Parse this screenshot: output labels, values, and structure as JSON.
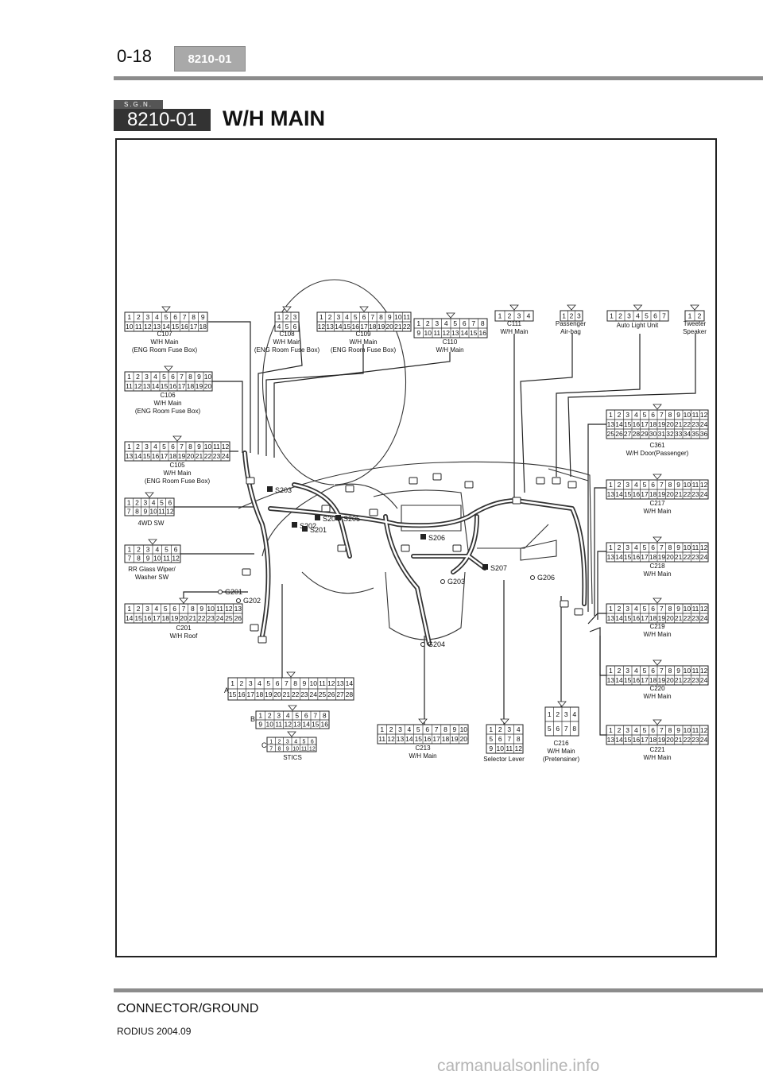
{
  "header": {
    "page_number": "0-18",
    "badge": "8210-01"
  },
  "section": {
    "tag": "S.G.N.",
    "code": "8210-01",
    "title": "W/H MAIN"
  },
  "connectors": [
    {
      "id": "C107",
      "lines": [
        "C107",
        "W/H Main",
        "(ENG Room Fuse Box)"
      ]
    },
    {
      "id": "C108",
      "lines": [
        "C108",
        "W/H Main",
        "(ENG Room Fuse Box)"
      ]
    },
    {
      "id": "C109",
      "lines": [
        "C109",
        "W/H Main",
        "(ENG Room Fuse Box)"
      ]
    },
    {
      "id": "C110",
      "lines": [
        "C110",
        "W/H Main"
      ]
    },
    {
      "id": "C111",
      "lines": [
        "C111",
        "W/H Main"
      ]
    },
    {
      "id": "Passenger",
      "lines": [
        "Passenger",
        "Air-bag"
      ]
    },
    {
      "id": "AutoLight",
      "lines": [
        "Auto Light Unit"
      ]
    },
    {
      "id": "Tweeter",
      "lines": [
        "Tweeter",
        "Speaker"
      ]
    },
    {
      "id": "C106",
      "lines": [
        "C106",
        "W/H Main",
        "(ENG Room Fuse Box)"
      ]
    },
    {
      "id": "C361",
      "lines": [
        "C361",
        "W/H Door(Passenger)"
      ]
    },
    {
      "id": "C105",
      "lines": [
        "C105",
        "W/H Main",
        "(ENG Room Fuse Box)"
      ]
    },
    {
      "id": "C217",
      "lines": [
        "C217",
        "W/H Main"
      ]
    },
    {
      "id": "4WD",
      "lines": [
        "4WD SW"
      ]
    },
    {
      "id": "C218",
      "lines": [
        "C218",
        "W/H Main"
      ]
    },
    {
      "id": "RRWiper",
      "lines": [
        "RR Glass Wiper/",
        "Washer SW"
      ]
    },
    {
      "id": "C201",
      "lines": [
        "C201",
        "W/H Roof"
      ]
    },
    {
      "id": "C219",
      "lines": [
        "C219",
        "W/H Main"
      ]
    },
    {
      "id": "C220",
      "lines": [
        "C220",
        "W/H Main"
      ]
    },
    {
      "id": "STICS",
      "lines": [
        "STICS"
      ]
    },
    {
      "id": "C213",
      "lines": [
        "C213",
        "W/H Main"
      ]
    },
    {
      "id": "Selector",
      "lines": [
        "Selector Lever"
      ]
    },
    {
      "id": "C216",
      "lines": [
        "C216",
        "W/H Main",
        "(Pretensiner)"
      ]
    },
    {
      "id": "C221",
      "lines": [
        "C221",
        "W/H Main"
      ]
    }
  ],
  "stics_rows": [
    "A",
    "B",
    "C"
  ],
  "splices": [
    "S203",
    "S202",
    "S201",
    "S204",
    "S205",
    "S206",
    "S207"
  ],
  "grounds": [
    "G201",
    "G202",
    "G203",
    "G204",
    "G206"
  ],
  "footer": {
    "title": "CONNECTOR/GROUND",
    "model": "RODIUS 2004.09"
  },
  "watermark": "carmanualsonline.info",
  "colors": {
    "badge_gray": "#a9a9a9",
    "rule_gray": "#8c8c8c",
    "section_dark": "#333333"
  }
}
